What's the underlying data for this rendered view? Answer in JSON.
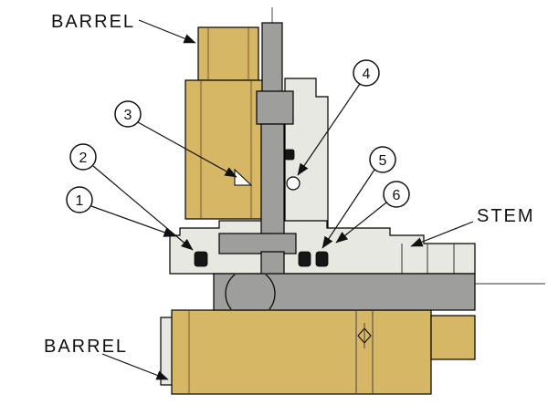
{
  "drawing": {
    "type": "valve-cross-section",
    "labels": {
      "barrel_top": "BARREL",
      "stem_right": "STEM",
      "barrel_bottom": "BARREL"
    },
    "callouts": [
      {
        "number": "1"
      },
      {
        "number": "2"
      },
      {
        "number": "3"
      },
      {
        "number": "4"
      },
      {
        "number": "5"
      },
      {
        "number": "6"
      }
    ],
    "colors": {
      "brass": "#d6b766",
      "brass_shade": "#a8894a",
      "body_gray": "#e8e8e2",
      "stem_gray": "#9e9e9c",
      "seal_black": "#161616",
      "outline": "#000000",
      "background": "#ffffff"
    }
  }
}
